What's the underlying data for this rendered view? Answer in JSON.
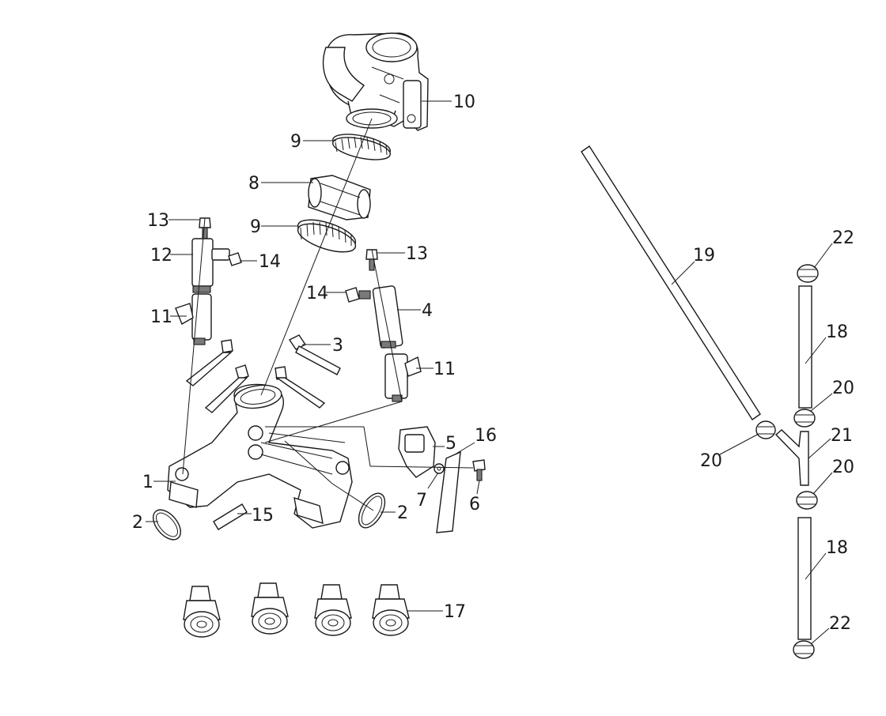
{
  "callouts": {
    "c1": "1",
    "c2a": "2",
    "c2b": "2",
    "c3": "3",
    "c4": "4",
    "c5": "5",
    "c6": "6",
    "c7": "7",
    "c8": "8",
    "c9a": "9",
    "c9b": "9",
    "c10": "10",
    "c11a": "11",
    "c11b": "11",
    "c12": "12",
    "c13a": "13",
    "c13b": "13",
    "c14a": "14",
    "c14b": "14",
    "c15": "15",
    "c16": "16",
    "c17": "17",
    "c18a": "18",
    "c18b": "18",
    "c19": "19",
    "c20a": "20",
    "c20b": "20",
    "c20c": "20",
    "c21": "21",
    "c22a": "22",
    "c22b": "22"
  }
}
